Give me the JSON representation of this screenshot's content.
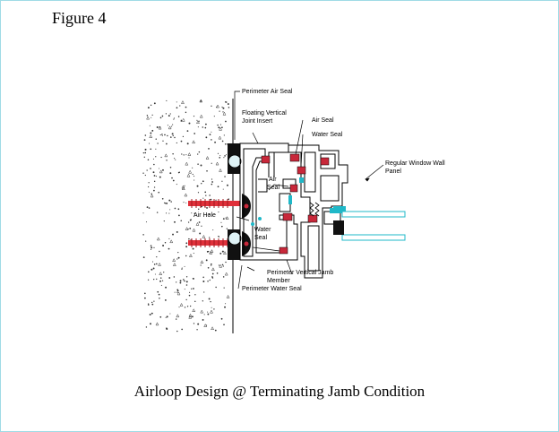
{
  "figure_title": "Figure 4",
  "caption": "Airloop Design @ Terminating Jamb Condition",
  "labels": {
    "perimeter_air_seal": "Perimeter Air Seal",
    "floating_insert_1": "Floating Vertical",
    "floating_insert_2": "Joint Insert",
    "air_seal_top": "Air Seal",
    "water_seal_top": "Water Seal",
    "air_seal_mid_1": "Air",
    "air_seal_mid_2": "Seal",
    "regular_panel_1": "Regular Window Wall",
    "regular_panel_2": "Panel",
    "air_hole": "Air Hole",
    "water_seal_low_1": "Water",
    "water_seal_low_2": "Seal",
    "jamb_member_1": "Perimeter Vertical Jamb",
    "jamb_member_2": "Member",
    "perimeter_water_seal": "Perimeter Water Seal"
  },
  "colors": {
    "seal_red": "#c8283a",
    "anchor_red": "#e0303a",
    "glass_cyan": "#1fb8c8",
    "border": "#9fdbe6"
  }
}
